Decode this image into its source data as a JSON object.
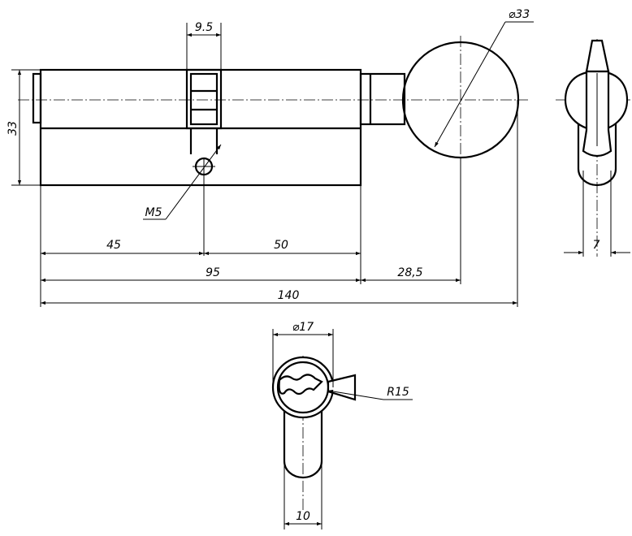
{
  "dimensions": {
    "side_view": {
      "clamp_width": "9.5",
      "knob_diameter": "⌀33",
      "body_height": "33",
      "screw_thread": "M5",
      "left_part": "45",
      "right_part": "50",
      "cylinder_length": "95",
      "knob_offset": "28,5",
      "overall_length": "140"
    },
    "end_view": {
      "width": "7"
    },
    "front_view": {
      "diameter": "⌀17",
      "radius": "R15",
      "width": "10"
    }
  }
}
